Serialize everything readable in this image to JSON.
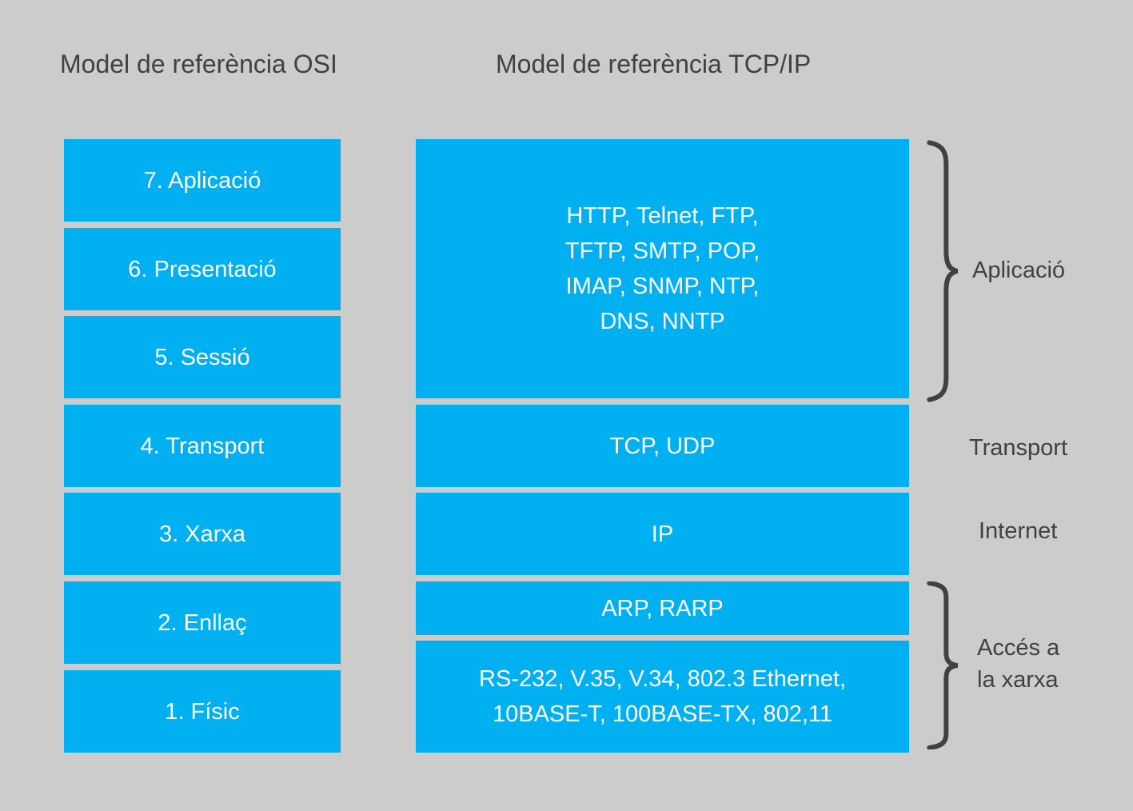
{
  "colors": {
    "background": "#CCCCCC",
    "box-fill": "#00B0F0",
    "box-text": "#FFFFFF",
    "label-text": "#414141"
  },
  "titles": {
    "osi": "Model de referència OSI",
    "tcpip": "Model de referència TCP/IP"
  },
  "osi": {
    "layers": [
      "7. Aplicació",
      "6. Presentació",
      "5. Sessió",
      "4. Transport",
      "3. Xarxa",
      "2. Enllaç",
      "1. Físic"
    ]
  },
  "tcpip": {
    "application_protocols": "HTTP, Telnet, FTP,\nTFTP, SMTP, POP,\nIMAP, SNMP, NTP,\nDNS, NNTP",
    "transport_protocols": "TCP, UDP",
    "internet_protocols": "IP",
    "link_protocols": "ARP, RARP",
    "physical_protocols": "RS-232, V.35, V.34, 802.3 Ethernet,\n10BASE-T, 100BASE-TX, 802,11"
  },
  "tcpip_layer_labels": {
    "application": "Aplicació",
    "transport": "Transport",
    "internet": "Internet",
    "network_access": "Accés a\nla xarxa"
  }
}
